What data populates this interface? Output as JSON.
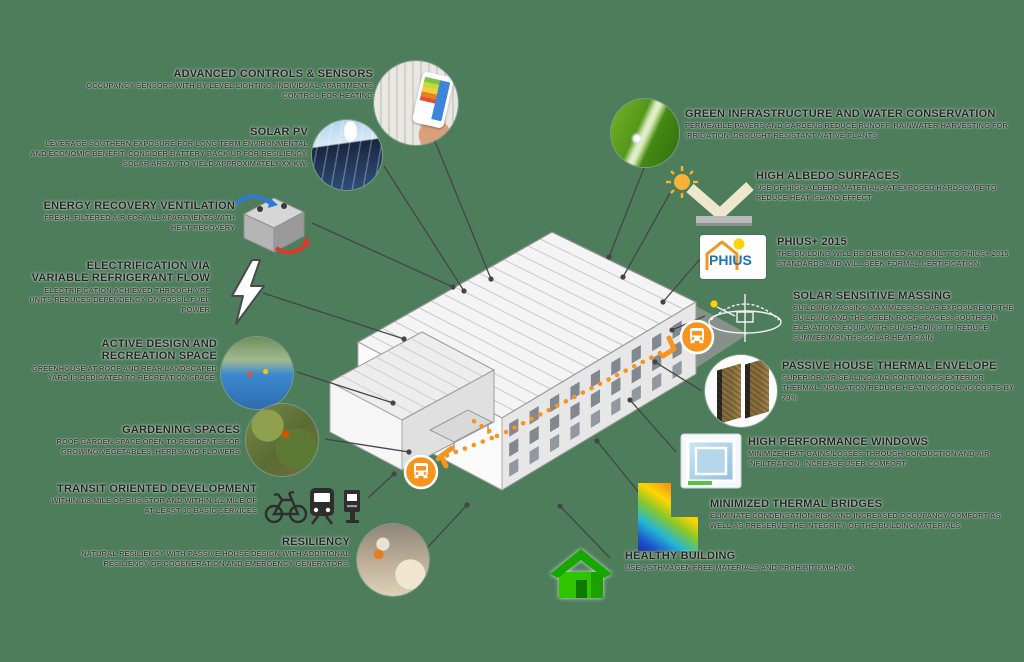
{
  "background_color": "#4e7d5c",
  "accent_orange": "#f7941d",
  "features": [
    {
      "id": "advanced-controls",
      "title": "ADVANCED CONTROLS & SENSORS",
      "description": "OCCUPANCY SENSORS WITH BY-LEVEL LIGHTING, INDIVIDUAL APARTMENTS CONTROL FOR HEATING"
    },
    {
      "id": "solar-pv",
      "title": "SOLAR PV",
      "description": "LEVERAGE SOUTHERN EXPOSURE FOR LONG TERM ENVIRONMENTAL AND ECONOMIC BENEFIT. CONSIDER BATTERY BACK UP FOR RESILIENCY. SOLAR ARRAY TO YIELD APPROXIMATELY XX KW."
    },
    {
      "id": "energy-recovery-ventilation",
      "title": "ENERGY RECOVERY VENTILATION",
      "description": "FRESH, FILTERED AIR FOR ALL APARTMENTS WITH HEAT RECOVERY"
    },
    {
      "id": "electrification-vrf",
      "title": "ELECTRIFICATION VIA VARIABLE REFRIGERANT FLOW",
      "description": "ELECTRIFICATION ACHIEVED THROUGH VRF UNITS REDUCES DEPENDENCY ON FOSSIL FUEL POWER"
    },
    {
      "id": "active-design",
      "title": "ACTIVE DESIGN AND RECREATION SPACE",
      "description": "GREENHOUSE AT ROOF AND REAR LANDSCAPED YARD IS DEDICATED TO RECREATION SPACE."
    },
    {
      "id": "gardening-spaces",
      "title": "GARDENING SPACES",
      "description": "ROOF GARDEN SPACE OPEN TO RESIDENTS FOR GROWING VEGETABLES, HERBS AND FLOWERS"
    },
    {
      "id": "transit-oriented-development",
      "title": "TRANSIT ORIENTED DEVELOPMENT",
      "description": "WITHIN 1/8 MILE OF BUS STOP AND WITHIN 1/2 MILE OF AT LEAST 30 BASIC SERVICES"
    },
    {
      "id": "resiliency",
      "title": "RESILIENCY",
      "description": "NATURAL RESILIENCY WITH PASSIVE HOUSE DESIGN WITH ADDITIONAL RESILIENCY OF COGENERATION AND EMERGENCY GENERATORS."
    },
    {
      "id": "green-infrastructure",
      "title": "GREEN INFRASTRUCTURE AND WATER CONSERVATION",
      "description": "PERMEABLE PAVERS AND GARDENS REDUCE RUNOFF. RAINWATER HARVESTING FOR IRRIGATION. DROUGHT RESISTANT NATIVE PLANTS"
    },
    {
      "id": "high-albedo-surfaces",
      "title": "HIGH ALBEDO SURFACES",
      "description": "USE OF HIGH ALBEDO MATERIALS AT EXPOSED HARDSCAPE TO REDUCE HEAT ISLAND EFFECT"
    },
    {
      "id": "phius-2015",
      "title": "PHIUS+ 2015",
      "description": "THE BUILDING WILL BE DESIGNED AND BUILT TO PHIUS+ 2015 STANDARDS AND WILL SEEK FORMAL CERTIFICATION"
    },
    {
      "id": "solar-sensitive-massing",
      "title": "SOLAR SENSITIVE MASSING",
      "description": "BUILDING MASSING MAXIMIZES SOLAR EXPOSURE OF THE BUILDING AND THE GREEN ROOF SPACES. SOUTHERN ELEVATIONS EQUIP WITH SUN SHADING TO REDUCE SUMMER MONTHS SOLAR HEAT GAIN"
    },
    {
      "id": "passive-house-thermal-envelope",
      "title": "PASSIVE HOUSE THERMAL ENVELOPE",
      "description": "SUPERIOR AIR SEALING AND CONTINUOUS EXTERIOR THERMAL INSULATION REDUCE HEATING/COOLING COSTS BY 70%"
    },
    {
      "id": "high-performance-windows",
      "title": "HIGH PERFORMANCE WINDOWS",
      "description": "MINIMIZE HEAT GAINS/LOSSES THROUGH CONDUCTION AND AIR INFILTRATION. INCREASE USER COMFORT"
    },
    {
      "id": "minimized-thermal-bridges",
      "title": "MINIMIZED THERMAL BRIDGES",
      "description": "ELIMINATE CONDENSATION RISK AND INCREASED OCCUPANCY COMFORT AS WELL AS PRESERVE THE INTEGRITY OF THE BUILDING MATERIALS"
    },
    {
      "id": "healthy-building",
      "title": "HEALTHY BUILDING",
      "description": "USE ASTHMAGEN FREE MATERIALS AND PROHIBIT SMOKING"
    }
  ],
  "phius_logo_text": "PHIUS",
  "icons": {
    "left_column": [
      "controls-photo",
      "solar-panels-photo",
      "erv-unit-image",
      "lightning-bolt-icon",
      "recreation-photo",
      "gardening-photo",
      "bicycle-icon",
      "train-icon",
      "ticket-machine-icon",
      "resiliency-photo"
    ],
    "right_column": [
      "leaf-water-photo",
      "sun-reflection-icon",
      "phius-logo",
      "sun-path-diagram",
      "insulation-photo",
      "window-cutaway-image",
      "thermal-bridge-thermogram",
      "green-house-icon"
    ],
    "center": [
      "building-3d-model",
      "bus-stop-icon",
      "dotted-route"
    ]
  }
}
